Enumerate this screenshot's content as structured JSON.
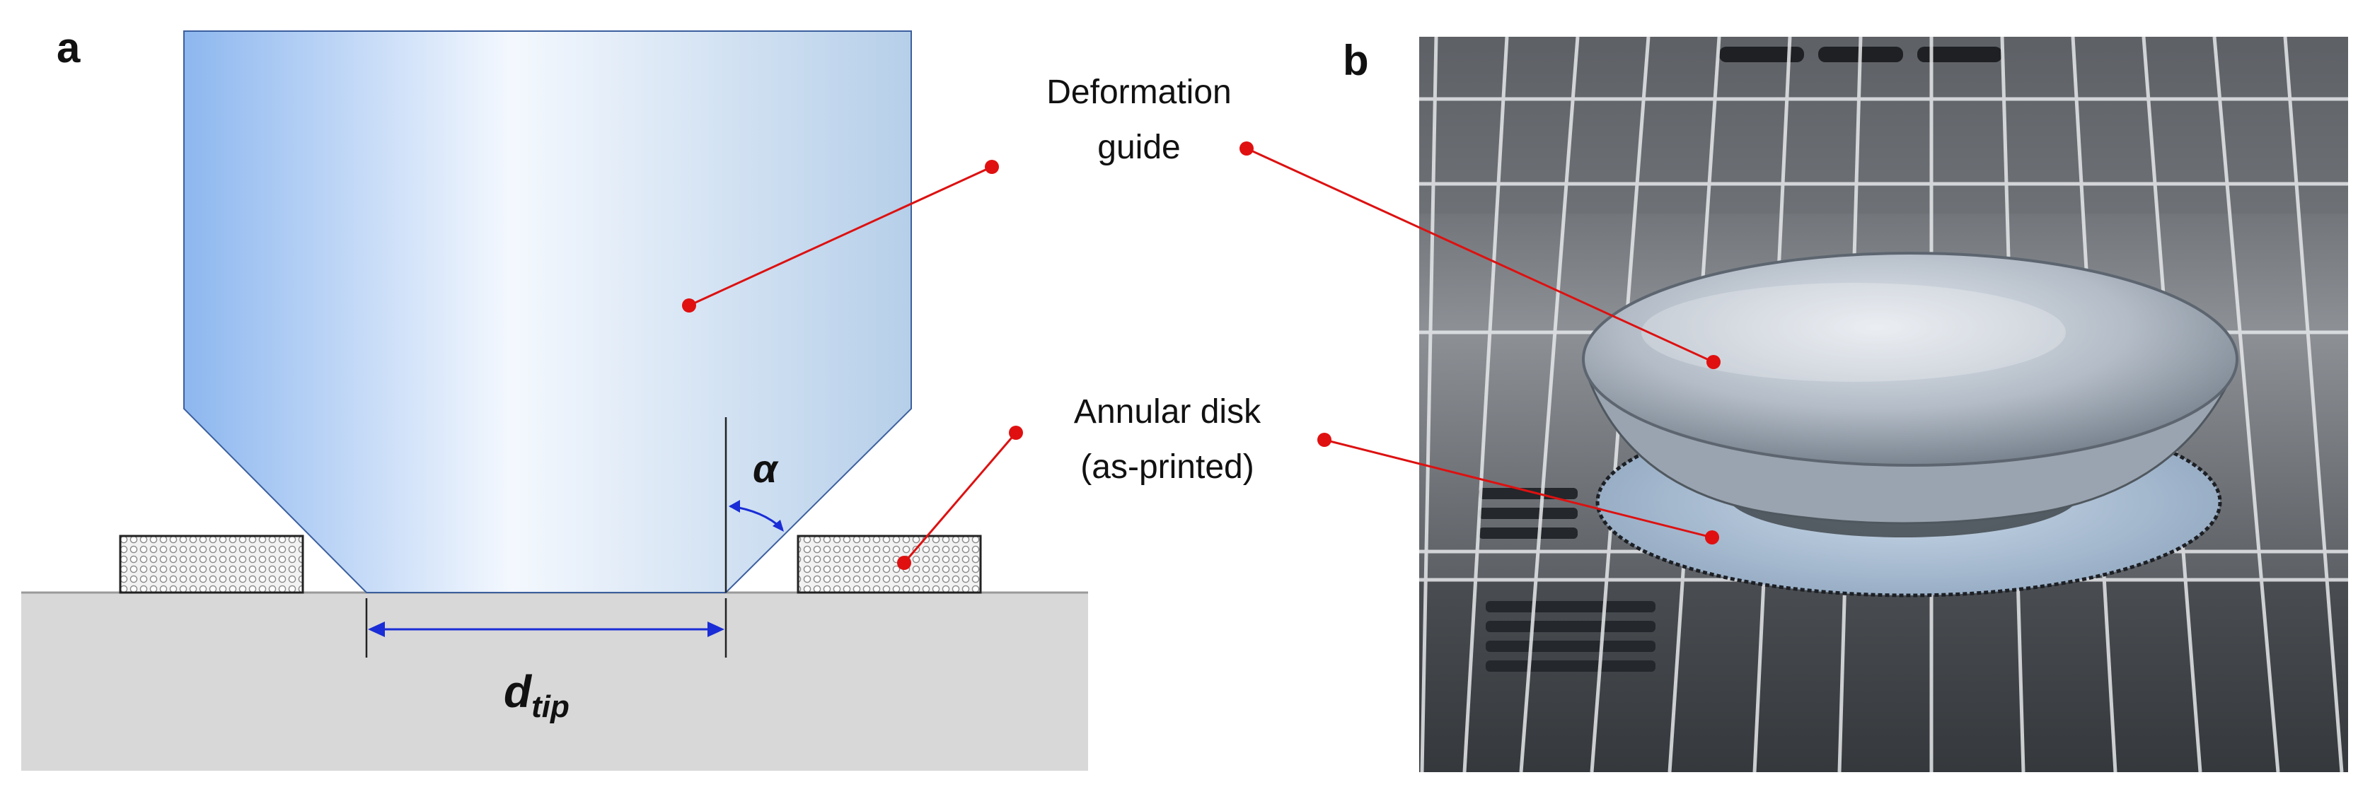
{
  "figure": {
    "panel_a": {
      "label": "a",
      "callouts": {
        "deformation_guide": [
          "Deformation",
          "guide"
        ],
        "annular_disk": [
          "Annular disk",
          "(as-printed)"
        ]
      },
      "symbols": {
        "alpha": "α",
        "d_tip_main": "d",
        "d_tip_sub": "tip"
      }
    },
    "panel_b": {
      "label": "b"
    },
    "colors": {
      "leader_line": "#dd1111",
      "leader_dot": "#e01010",
      "dimension": "#1a2dd6",
      "guide_blue": "#8db7ef",
      "substrate": "#d8d8d8"
    }
  }
}
